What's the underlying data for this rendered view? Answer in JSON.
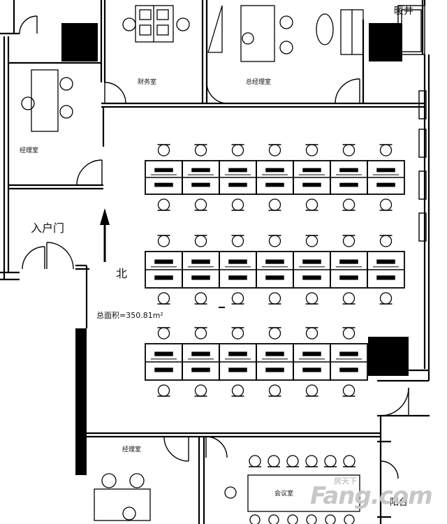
{
  "rooms": {
    "finance": "财务室",
    "general_manager": "总经理室",
    "manager_top_left": "经理室",
    "manager_bottom": "经理室",
    "conference": "会议室",
    "heating_shaft": "暖井",
    "balcony": "阳台"
  },
  "entrance_label": "入户门",
  "north_label": "北",
  "total_area": "总面积=350.81m²",
  "watermark": {
    "brand": "Fang.com",
    "chinese": "房天下"
  }
}
